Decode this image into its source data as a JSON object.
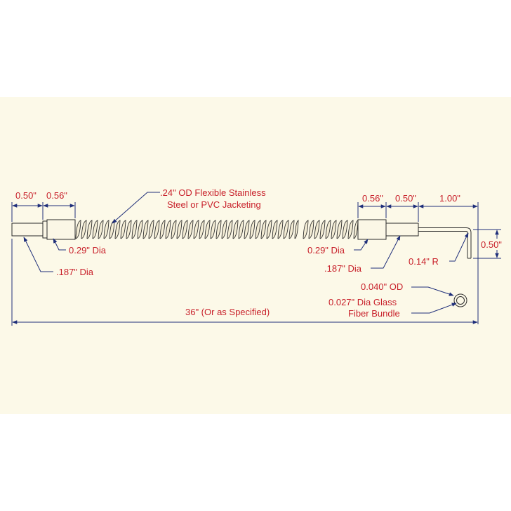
{
  "colors": {
    "background": "#ffffff",
    "panel": "#fcf9e8",
    "dimension_line": "#1f2f7a",
    "label_text": "#c8202a",
    "outline": "#2a2a2a"
  },
  "labels": {
    "left_ferrule_len": "0.50\"",
    "left_collar_len": "0.56\"",
    "jacket_line1": ".24\" OD Flexible Stainless",
    "jacket_line2": "Steel or PVC Jacketing",
    "left_dia_029": "0.29\" Dia",
    "left_dia_187": ".187\" Dia",
    "right_collar_len": "0.56\"",
    "right_ferrule_len": "0.50\"",
    "probe_len": "1.00\"",
    "probe_height": "0.50\"",
    "right_dia_029": "0.29\" Dia",
    "right_dia_187": ".187\" Dia",
    "bend_radius": "0.14\" R",
    "od_040": "0.040\" OD",
    "fiber_line1": "0.027\" Dia Glass",
    "fiber_line2": "Fiber Bundle",
    "overall_length": "36\" (Or as Specified)"
  }
}
